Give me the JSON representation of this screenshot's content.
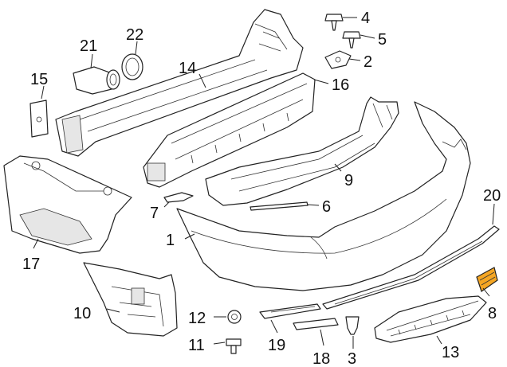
{
  "callouts": {
    "c1": "1",
    "c2": "2",
    "c3": "3",
    "c4": "4",
    "c5": "5",
    "c6": "6",
    "c7": "7",
    "c8": "8",
    "c9": "9",
    "c10": "10",
    "c11": "11",
    "c12": "12",
    "c13": "13",
    "c14": "14",
    "c15": "15",
    "c16": "16",
    "c17": "17",
    "c18": "18",
    "c19": "19",
    "c20": "20",
    "c21": "21",
    "c22": "22"
  },
  "colors": {
    "line": "#222222",
    "highlight": "#f5a623",
    "background": "#ffffff"
  }
}
